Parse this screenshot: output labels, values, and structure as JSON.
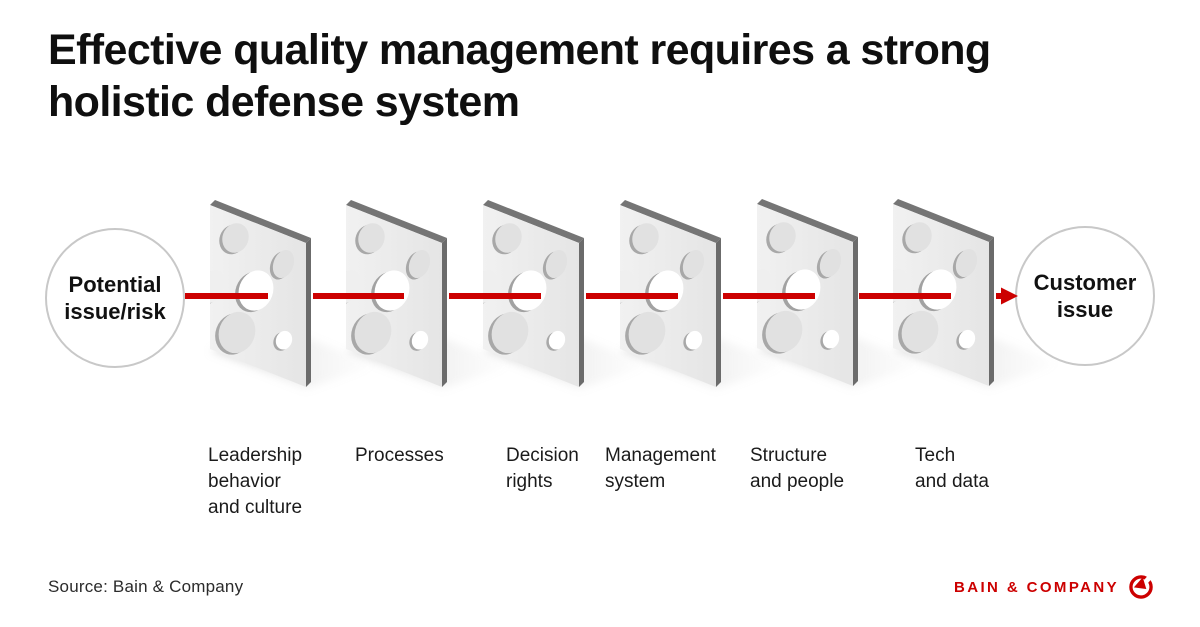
{
  "title": {
    "text": "Effective quality management requires a strong\nholistic defense system"
  },
  "flow": {
    "source_node": {
      "label": "Potential issue/risk"
    },
    "target_node": {
      "label": "Customer issue"
    },
    "arrow_color": "#cc0000",
    "barriers": [
      {
        "label": "Leadership\nbehavior\nand culture"
      },
      {
        "label": "Processes"
      },
      {
        "label": "Decision\nrights"
      },
      {
        "label": "Management\nsystem"
      },
      {
        "label": "Structure\nand people"
      },
      {
        "label": "Tech\nand data"
      }
    ]
  },
  "footer": {
    "source": "Source: Bain & Company",
    "brand": "BAIN & COMPANY",
    "brand_icon": "bain-compass-icon",
    "brand_color": "#cc0000"
  },
  "colors": {
    "slice_face": "#ededed",
    "slice_edge_top": "#757575",
    "slice_edge_right": "#6b6b6b",
    "hole_gray": "#e1e1e1",
    "hole_white": "#ffffff",
    "hole_shadow": "#a8a8a8",
    "node_border": "#c8c8c8",
    "arrow": "#cc0000",
    "title_text": "#0f0f0f",
    "label_text": "#1b1b1b"
  }
}
